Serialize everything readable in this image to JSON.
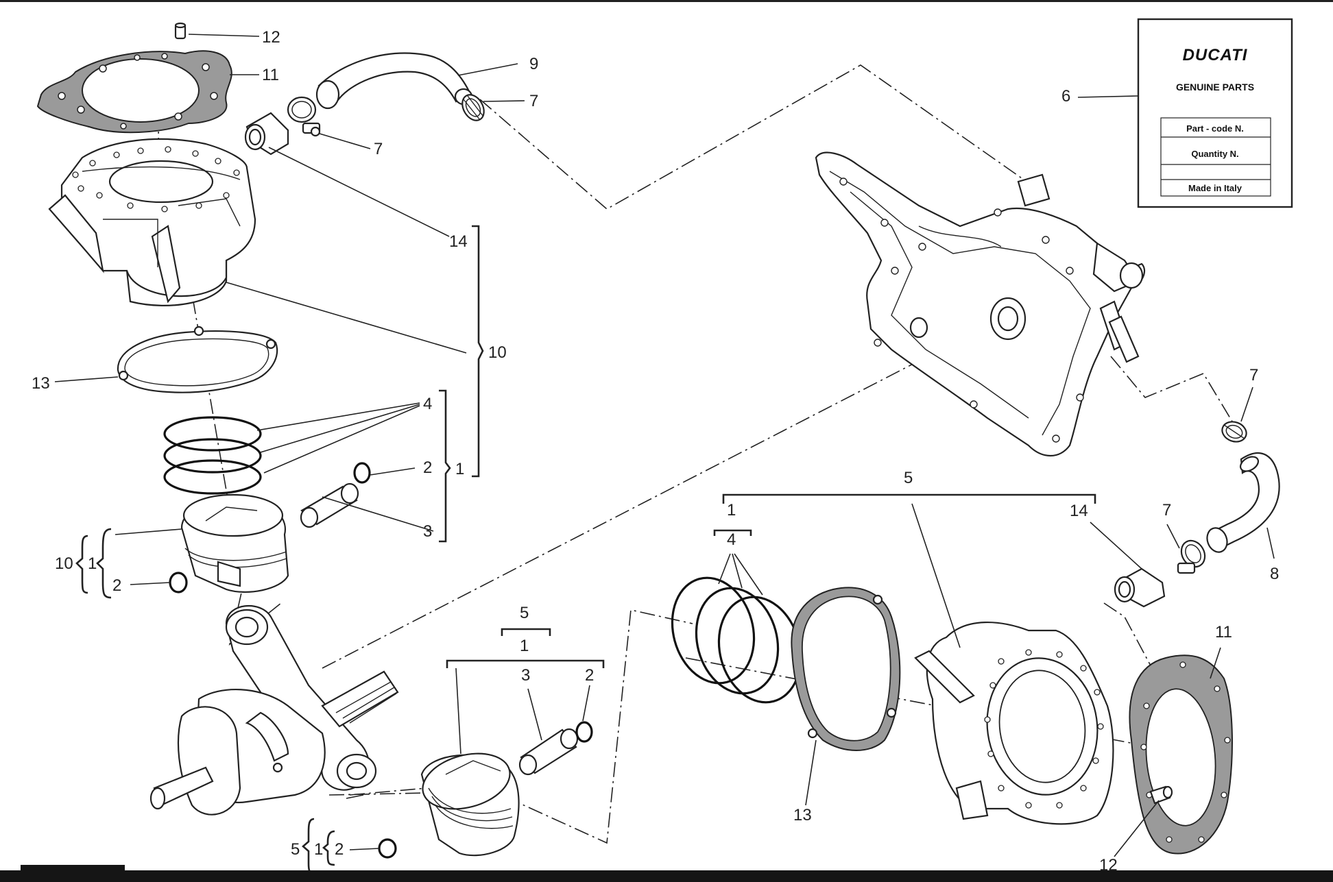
{
  "card": {
    "brand": "DUCATI",
    "subtitle": "GENUINE PARTS",
    "rows": [
      "Part - code N.",
      "Quantity N.",
      "",
      "Made in Italy"
    ]
  },
  "callouts": {
    "c12a": "12",
    "c11a": "11",
    "c9": "9",
    "c7a": "7",
    "c7b": "7",
    "c6": "6",
    "c14a": "14",
    "c10a": "10",
    "c13a": "13",
    "c4a": "4",
    "c2a": "2",
    "c1a": "1",
    "c3a": "3",
    "c10b": "10",
    "c1b": "1",
    "c2b": "2",
    "c7c": "7",
    "c5a": "5",
    "c1c": "1",
    "c4b": "4",
    "c14b": "14",
    "c7d": "7",
    "c8": "8",
    "c5b": "5",
    "c1d": "1",
    "c3b": "3",
    "c2c": "2",
    "c11b": "11",
    "c13b": "13",
    "c12b": "12",
    "c5c": "5",
    "c1e": "1",
    "c2d": "2"
  },
  "colors": {
    "line": "#222222",
    "gasket": "#9a9a9a",
    "background": "#ffffff"
  }
}
